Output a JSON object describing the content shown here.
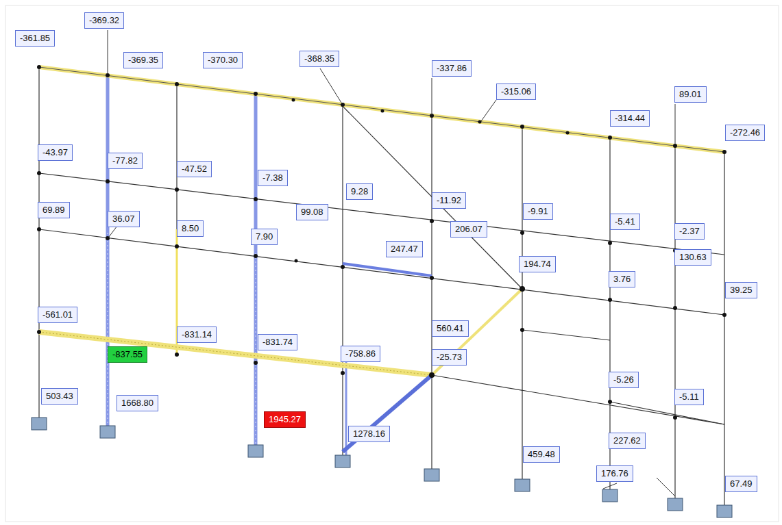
{
  "diagram": {
    "labels": [
      "-361.85",
      "-369.32",
      "-369.35",
      "-370.30",
      "-368.35",
      "-337.86",
      "-315.06",
      "-314.44",
      "89.01",
      "-272.46",
      "-43.97",
      "-77.82",
      "-47.52",
      "-7.38",
      "9.28",
      "-11.92",
      "99.08",
      "-9.91",
      "-5.41",
      "-2.37",
      "69.89",
      "36.07",
      "8.50",
      "7.90",
      "206.07",
      "247.47",
      "130.63",
      "194.74",
      "3.76",
      "39.25",
      "-561.01",
      "-831.14",
      "-837.55",
      "-831.74",
      "560.41",
      "-758.86",
      "-25.73",
      "-5.26",
      "-5.11",
      "503.43",
      "1668.80",
      "1945.27",
      "1278.16",
      "227.62",
      "459.48",
      "176.76",
      "67.49"
    ]
  }
}
